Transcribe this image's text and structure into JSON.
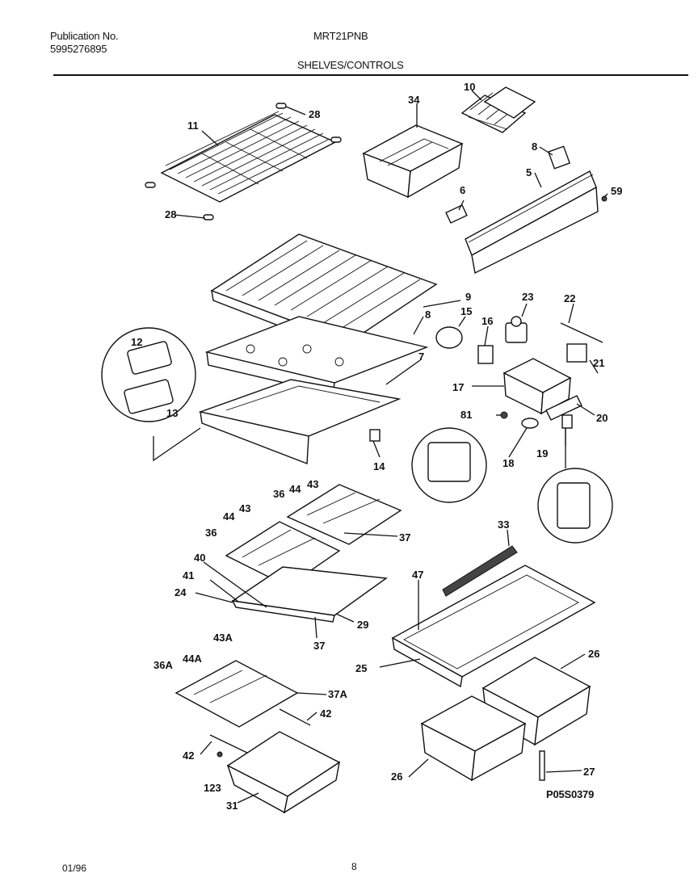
{
  "header": {
    "publication_label": "Publication No.",
    "publication_number": "5995276895",
    "model": "MRT21PNB",
    "section_title": "SHELVES/CONTROLS"
  },
  "callouts": {
    "c11": "11",
    "c28a": "28",
    "c28b": "28",
    "c34": "34",
    "c10": "10",
    "c8a": "8",
    "c5": "5",
    "c59": "59",
    "c6": "6",
    "c9": "9",
    "c8b": "8",
    "c15": "15",
    "c23": "23",
    "c22": "22",
    "c16": "16",
    "c12": "12",
    "c7": "7",
    "c17": "17",
    "c21": "21",
    "c13": "13",
    "c81": "81",
    "c20": "20",
    "c14": "14",
    "c18": "18",
    "c19": "19",
    "c36a": "36",
    "c44a": "44",
    "c43a": "43",
    "c44b": "44",
    "c43b": "43",
    "c37a": "37",
    "c36b": "36",
    "c33": "33",
    "c40": "40",
    "c41": "41",
    "c24": "24",
    "c47": "47",
    "c29": "29",
    "c37b": "37",
    "c43A": "43A",
    "c36A": "36A",
    "c44A": "44A",
    "c26a": "26",
    "c25": "25",
    "c37A": "37A",
    "c42a": "42",
    "c42b": "42",
    "c123": "123",
    "c27": "27",
    "c26b": "26",
    "c31": "31"
  },
  "drawing_number": "P05S0379",
  "footer": {
    "date": "01/96",
    "page": "8"
  }
}
